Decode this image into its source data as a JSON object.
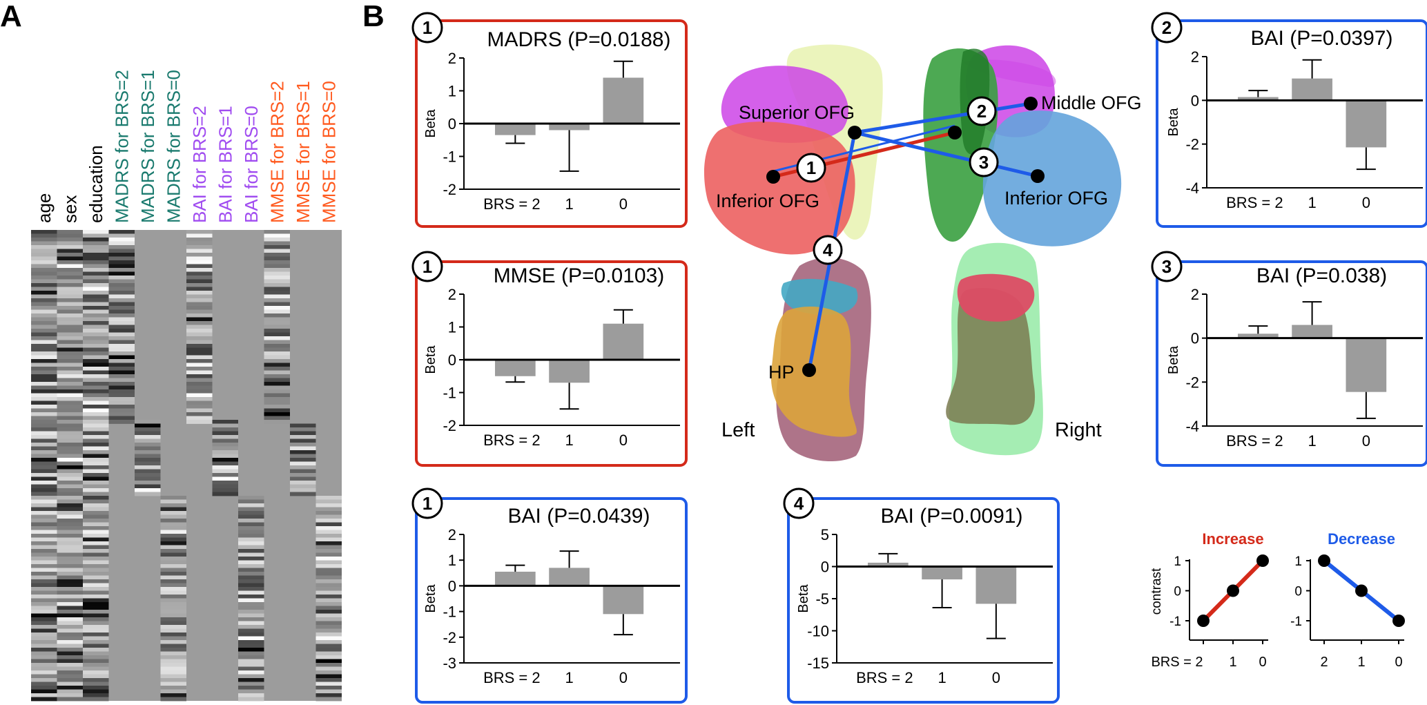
{
  "panel_a": {
    "letter": "A",
    "columns": [
      {
        "label": "age",
        "color": "#000000"
      },
      {
        "label": "sex",
        "color": "#000000"
      },
      {
        "label": "education",
        "color": "#000000"
      },
      {
        "label": "MADRS for BRS=2",
        "color": "#1a7a6e"
      },
      {
        "label": "MADRS for BRS=1",
        "color": "#1a7a6e"
      },
      {
        "label": "MADRS for BRS=0",
        "color": "#1a7a6e"
      },
      {
        "label": "BAI for BRS=2",
        "color": "#a04cf0"
      },
      {
        "label": "BAI for BRS=1",
        "color": "#a04cf0"
      },
      {
        "label": "BAI for BRS=0",
        "color": "#a04cf0"
      },
      {
        "label": "MMSE for BRS=2",
        "color": "#ff5a1f"
      },
      {
        "label": "MMSE for BRS=1",
        "color": "#ff5a1f"
      },
      {
        "label": "MMSE for BRS=0",
        "color": "#ff5a1f"
      }
    ]
  },
  "panel_b": {
    "letter": "B",
    "brain": {
      "left_label": "Left",
      "right_label": "Right",
      "regions": {
        "superior_ofg": "Superior OFG",
        "inferior_ofg_left": "Inferior OFG",
        "middle_ofg": "Middle OFG",
        "inferior_ofg_right": "Inferior OFG",
        "hp": "HP"
      },
      "connection_markers": [
        "1",
        "2",
        "3",
        "4"
      ]
    },
    "contrast_legend": {
      "ylabel": "contrast",
      "xlabel_prefix": "BRS =",
      "increase": {
        "title": "Increase",
        "color": "#d42a1a",
        "values": [
          -1,
          0,
          1
        ]
      },
      "decrease": {
        "title": "Decrease",
        "color": "#1e5be8",
        "values": [
          1,
          0,
          -1
        ]
      },
      "x_ticks": [
        "2",
        "1",
        "0"
      ],
      "y_ticks": [
        "1",
        "0",
        "-1"
      ]
    }
  },
  "chart_data": [
    {
      "type": "bar",
      "marker": "1",
      "border": "#d42a1a",
      "title": "MADRS (P=0.0188)",
      "ylabel": "Beta",
      "categories": [
        "BRS = 2",
        "1",
        "0"
      ],
      "values": [
        -0.35,
        -0.2,
        1.4
      ],
      "errors": [
        0.25,
        1.25,
        0.5
      ],
      "ylim": [
        -2,
        2
      ],
      "yticks": [
        2,
        1,
        0,
        -1,
        -2
      ]
    },
    {
      "type": "bar",
      "marker": "1",
      "border": "#d42a1a",
      "title": "MMSE (P=0.0103)",
      "ylabel": "Beta",
      "categories": [
        "BRS = 2",
        "1",
        "0"
      ],
      "values": [
        -0.5,
        -0.7,
        1.1
      ],
      "errors": [
        0.18,
        0.8,
        0.42
      ],
      "ylim": [
        -2,
        2
      ],
      "yticks": [
        2,
        1,
        0,
        -1,
        -2
      ]
    },
    {
      "type": "bar",
      "marker": "1",
      "border": "#1e5be8",
      "title": "BAI (P=0.0439)",
      "ylabel": "Beta",
      "categories": [
        "BRS = 2",
        "1",
        "0"
      ],
      "values": [
        0.55,
        0.7,
        -1.1
      ],
      "errors": [
        0.25,
        0.65,
        0.8
      ],
      "ylim": [
        -3,
        2
      ],
      "yticks": [
        2,
        1,
        0,
        -1,
        -2,
        -3
      ]
    },
    {
      "type": "bar",
      "marker": "4",
      "border": "#1e5be8",
      "title": "BAI (P=0.0091)",
      "ylabel": "Beta",
      "categories": [
        "BRS = 2",
        "1",
        "0"
      ],
      "values": [
        0.6,
        -2.0,
        -5.8
      ],
      "errors": [
        1.4,
        4.4,
        5.4
      ],
      "ylim": [
        -15,
        5
      ],
      "yticks": [
        5,
        0,
        -5,
        -10,
        -15
      ]
    },
    {
      "type": "bar",
      "marker": "2",
      "border": "#1e5be8",
      "title": "BAI (P=0.0397)",
      "ylabel": "Beta",
      "categories": [
        "BRS = 2",
        "1",
        "0"
      ],
      "values": [
        0.15,
        1.0,
        -2.15
      ],
      "errors": [
        0.3,
        0.85,
        1.0
      ],
      "ylim": [
        -4,
        2
      ],
      "yticks": [
        2,
        0,
        -2,
        -4
      ]
    },
    {
      "type": "bar",
      "marker": "3",
      "border": "#1e5be8",
      "title": "BAI (P=0.038)",
      "ylabel": "Beta",
      "categories": [
        "BRS = 2",
        "1",
        "0"
      ],
      "values": [
        0.2,
        0.6,
        -2.45
      ],
      "errors": [
        0.35,
        1.05,
        1.2
      ],
      "ylim": [
        -4,
        2
      ],
      "yticks": [
        2,
        0,
        -2,
        -4
      ]
    }
  ]
}
